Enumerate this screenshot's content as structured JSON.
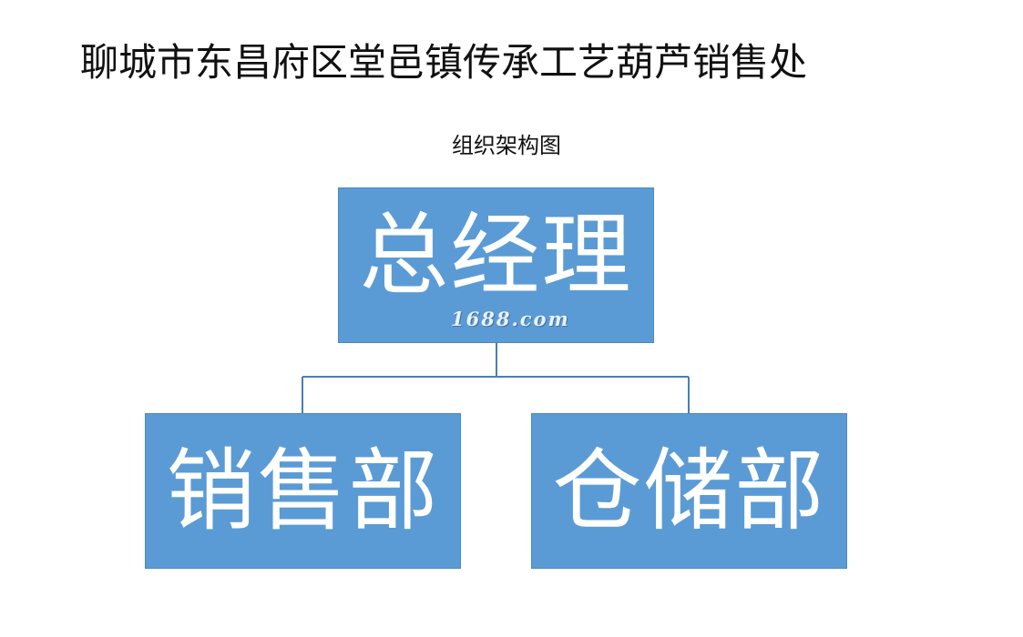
{
  "page": {
    "title": "聊城市东昌府区堂邑镇传承工艺葫芦销售处",
    "subtitle": "组织架构图"
  },
  "org_chart": {
    "root": {
      "label": "总经理",
      "watermark": "1688.com"
    },
    "children": [
      {
        "label": "销售部"
      },
      {
        "label": "仓储部"
      }
    ]
  },
  "colors": {
    "box_fill": "#5b9bd5",
    "box_text": "#ffffff",
    "connector": "#4a7fb5",
    "title_text": "#111111"
  }
}
